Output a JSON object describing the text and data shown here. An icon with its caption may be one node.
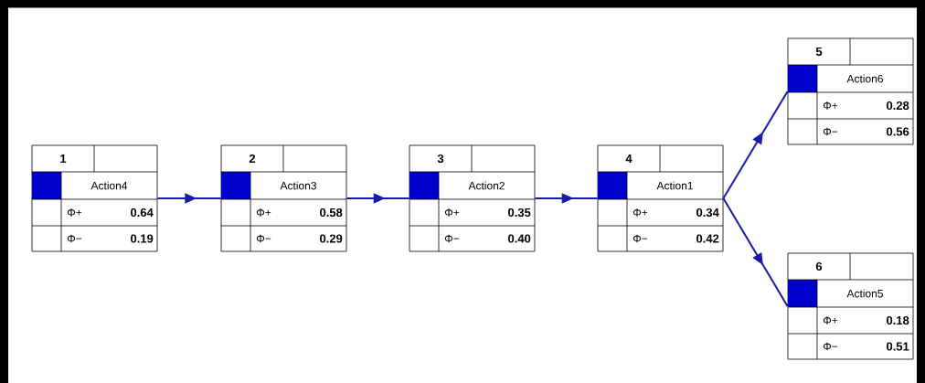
{
  "diagram": {
    "nodes": [
      {
        "text": [
          "1",
          "Action4",
          "Φ+",
          "0.64",
          "Φ−",
          "0.19"
        ]
      },
      {
        "text": [
          "2",
          "Action3",
          "Φ+",
          "0.58",
          "Φ−",
          "0.29"
        ]
      },
      {
        "text": [
          "3",
          "Action2",
          "Φ+",
          "0.35",
          "Φ−",
          "0.40"
        ]
      },
      {
        "text": [
          "4",
          "Action1",
          "Φ+",
          "0.34",
          "Φ−",
          "0.42"
        ]
      },
      {
        "text": [
          "5",
          "Action6",
          "Φ+",
          "0.28",
          "Φ−",
          "0.56"
        ]
      },
      {
        "text": [
          "6",
          "Action5",
          "Φ+",
          "0.18",
          "Φ−",
          "0.51"
        ]
      }
    ],
    "edges": [
      {
        "from": 0,
        "to": 1,
        "arrow": "to"
      },
      {
        "from": 1,
        "to": 2,
        "arrow": "to"
      },
      {
        "from": 2,
        "to": 3,
        "arrow": "to"
      },
      {
        "from": 3,
        "to": 4,
        "arrow": "to"
      },
      {
        "from": 3,
        "to": 5,
        "arrow": "to"
      }
    ]
  }
}
